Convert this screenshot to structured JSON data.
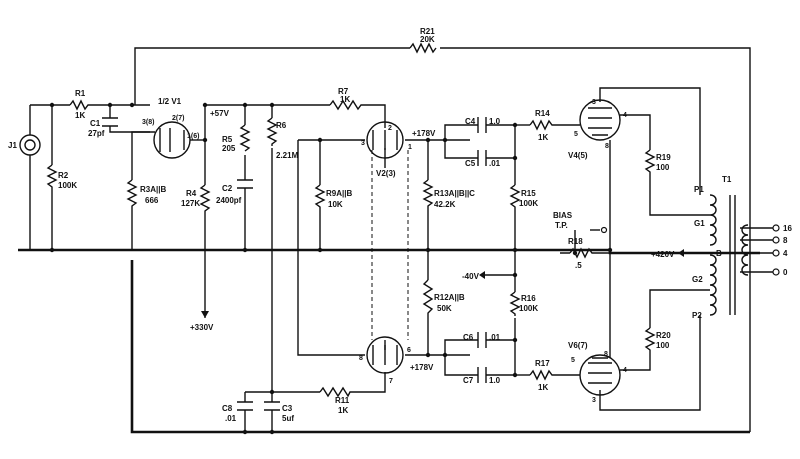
{
  "components": {
    "j1": "J1",
    "r1": [
      "R1",
      "1K"
    ],
    "c1": [
      "C1",
      "27pf"
    ],
    "r2": [
      "R2",
      "100K"
    ],
    "v1": "1/2 V1",
    "v1_pins": [
      "3(8)",
      "2(7)",
      "1(6)"
    ],
    "r3": [
      "R3A||B",
      "666"
    ],
    "r4": [
      "R4",
      "127K"
    ],
    "r5": [
      "R5",
      "205"
    ],
    "c2": [
      "C2",
      "2400pf"
    ],
    "r6": [
      "R6",
      "2.21M"
    ],
    "r7": [
      "R7",
      "1K"
    ],
    "r9": [
      "R9A||B",
      "10K"
    ],
    "v2_top": "V2(3)",
    "v2_top_pins": [
      "2",
      "3",
      "1"
    ],
    "v2_bottom_pins": [
      "8",
      "6",
      "7"
    ],
    "r13": [
      "R13A||B||C",
      "42.2K"
    ],
    "r12": [
      "R12A||B",
      "50K"
    ],
    "c4": [
      "C4",
      "1.0"
    ],
    "c5": [
      "C5",
      ".01"
    ],
    "c6": [
      "C6",
      ".01"
    ],
    "c7": [
      "C7",
      "1.0"
    ],
    "r15": [
      "R15",
      "100K"
    ],
    "r16": [
      "R16",
      "100K"
    ],
    "r14": [
      "R14",
      "1K"
    ],
    "r17": [
      "R17",
      "1K"
    ],
    "v4": "V4(5)",
    "v4_pins": [
      "3",
      "4",
      "5",
      "8"
    ],
    "v6": "V6(7)",
    "v6_pins": [
      "5",
      "8",
      "4",
      "3"
    ],
    "r19": [
      "R19",
      "100"
    ],
    "r20": [
      "R20",
      "100"
    ],
    "r18": [
      "R18",
      ".5"
    ],
    "r21": [
      "R21",
      "20K"
    ],
    "r11": [
      "R11",
      "1K"
    ],
    "c8": [
      "C8",
      ".01"
    ],
    "c3": [
      "C3",
      "5uf"
    ],
    "t1": "T1",
    "t1_taps": [
      "P1",
      "G1",
      "B",
      "G2",
      "P2"
    ]
  },
  "voltages": {
    "v57": "+57V",
    "v178_top": "+178V",
    "v178_bottom": "+178V",
    "v330": "+330V",
    "vneg40": "-40V",
    "v420": "+420V"
  },
  "bias_tp": [
    "BIAS",
    "T.P."
  ],
  "outputs": [
    "16",
    "8",
    "4",
    "0"
  ]
}
